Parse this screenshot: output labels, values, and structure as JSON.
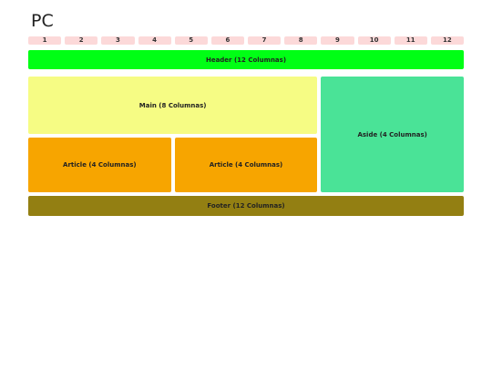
{
  "title": "PC",
  "columns": [
    "1",
    "2",
    "3",
    "4",
    "5",
    "6",
    "7",
    "8",
    "9",
    "10",
    "11",
    "12"
  ],
  "blocks": {
    "header": "Header (12 Columnas)",
    "main": "Main (8 Columnas)",
    "aside": "Aside (4 Columnas)",
    "article_1": "Article (4 Columnas)",
    "article_2": "Article (4 Columnas)",
    "footer": "Footer (12 Columnas)"
  },
  "colors": {
    "column_cell": "#fcd9d9",
    "header": "#00ff15",
    "main": "#f6fc84",
    "aside": "#4ae397",
    "article": "#f7a500",
    "footer": "#937f12"
  }
}
